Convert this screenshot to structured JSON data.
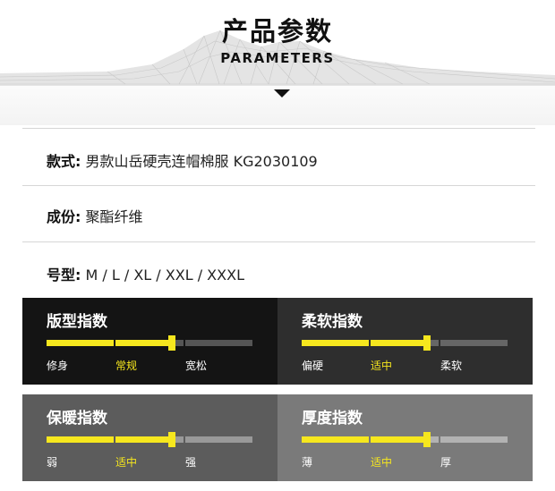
{
  "header": {
    "title_zh": "产品参数",
    "title_en": "PARAMETERS",
    "icon": "caret-down-icon"
  },
  "specs": {
    "style": {
      "label": "款式:",
      "value": "男款山岳硬壳连帽棉服  KG2030109"
    },
    "material": {
      "label": "成份:",
      "value": "聚酯纤维"
    },
    "sizes": {
      "label": "号型:",
      "value": "M / L / XL / XXL / XXXL"
    }
  },
  "indices": [
    {
      "title": "版型指数",
      "labels": [
        "修身",
        "常规",
        "宽松"
      ],
      "selected": 1,
      "level": 0.61,
      "bg": "#141414",
      "track": "#555555"
    },
    {
      "title": "柔软指数",
      "labels": [
        "偏硬",
        "适中",
        "柔软"
      ],
      "selected": 1,
      "level": 0.61,
      "bg": "#2e2e2e",
      "track": "#666666"
    },
    {
      "title": "保暖指数",
      "labels": [
        "弱",
        "适中",
        "强"
      ],
      "selected": 1,
      "level": 0.61,
      "bg": "#5c5c5c",
      "track": "#999999"
    },
    {
      "title": "厚度指数",
      "labels": [
        "薄",
        "适中",
        "厚"
      ],
      "selected": 1,
      "level": 0.61,
      "bg": "#7a7a7a",
      "track": "#b2b2b2"
    }
  ],
  "colors": {
    "accent": "#f6e71e",
    "text": "#111111"
  }
}
